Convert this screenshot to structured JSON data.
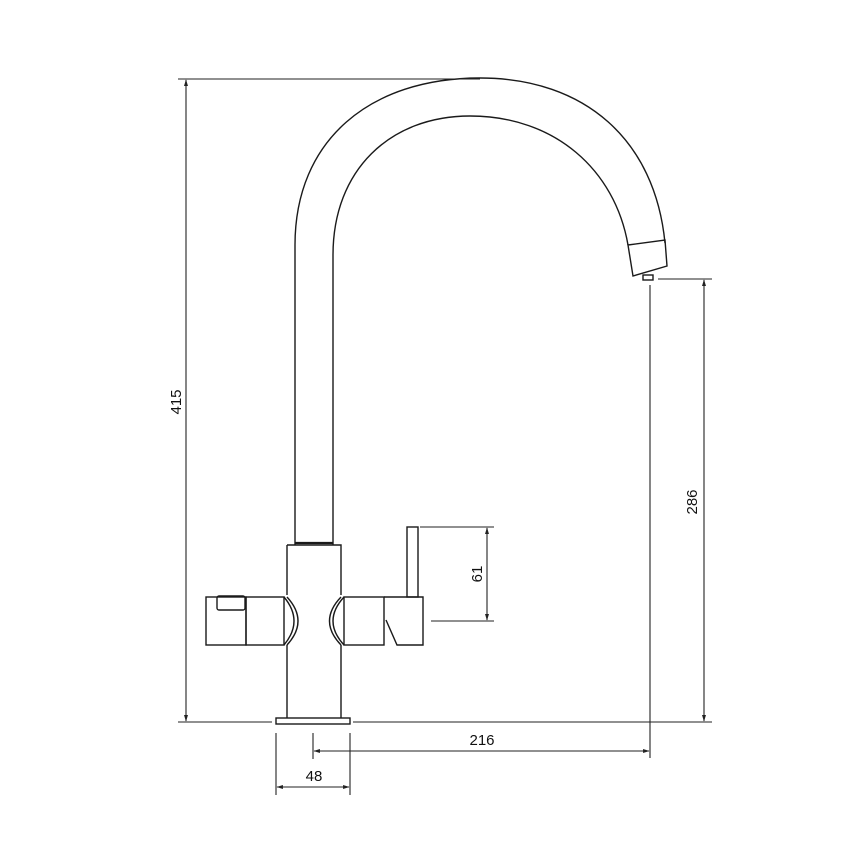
{
  "diagram": {
    "subject": "Kitchen mixer tap with swan-neck spout, technical dimension drawing",
    "units": "mm",
    "colors": {
      "line": "#1a1a1a",
      "background": "#ffffff"
    },
    "dimensions": {
      "overall_height": {
        "label": "415",
        "orientation": "vertical"
      },
      "spout_clearance": {
        "label": "286",
        "orientation": "vertical"
      },
      "handle_height": {
        "label": "61",
        "orientation": "vertical"
      },
      "spout_reach": {
        "label": "216",
        "orientation": "horizontal"
      },
      "base_diameter": {
        "label": "48",
        "orientation": "horizontal"
      }
    }
  }
}
